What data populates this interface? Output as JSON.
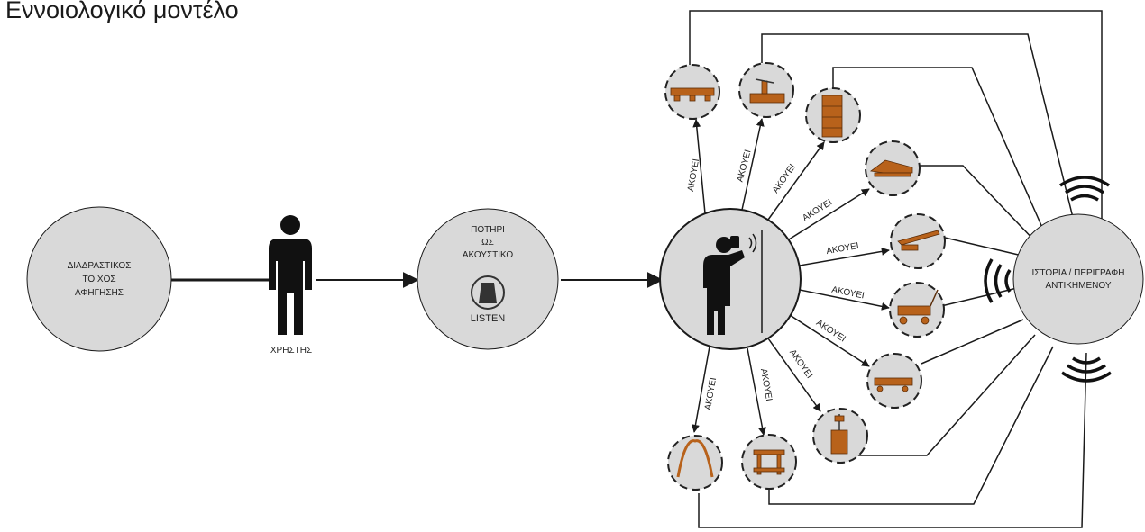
{
  "title": "Εννοιολογικό μοντέλο",
  "nodes": {
    "wall": [
      "ΔΙΑΔΡΑΣΤΙΚΟΣ",
      "ΤΟΙΧΟΣ",
      "ΑΦΗΓΗΣΗΣ"
    ],
    "user": "ΧΡΗΣΤΗΣ",
    "cup": [
      "ΠΟΤΗΡΙ",
      "ΩΣ",
      "ΑΚΟΥΣΤΙΚΟ"
    ],
    "cup_button": "LISTEN",
    "story": [
      "ΙΣΤΟΡΙΑ / ΠΕΡΙΓΡΑΦΗ",
      "ΑΝΤΙΚΗΜΕΝΟΥ"
    ]
  },
  "edge_label": "ΑΚΟΥΕΙ",
  "objects": [
    "pallet",
    "machine",
    "tower",
    "ramp",
    "plough",
    "cart",
    "trolley",
    "press",
    "arch",
    "bench"
  ],
  "colors": {
    "node_fill": "#d9d9d9",
    "icon": "#b8621b",
    "ink": "#1a1a1a"
  }
}
